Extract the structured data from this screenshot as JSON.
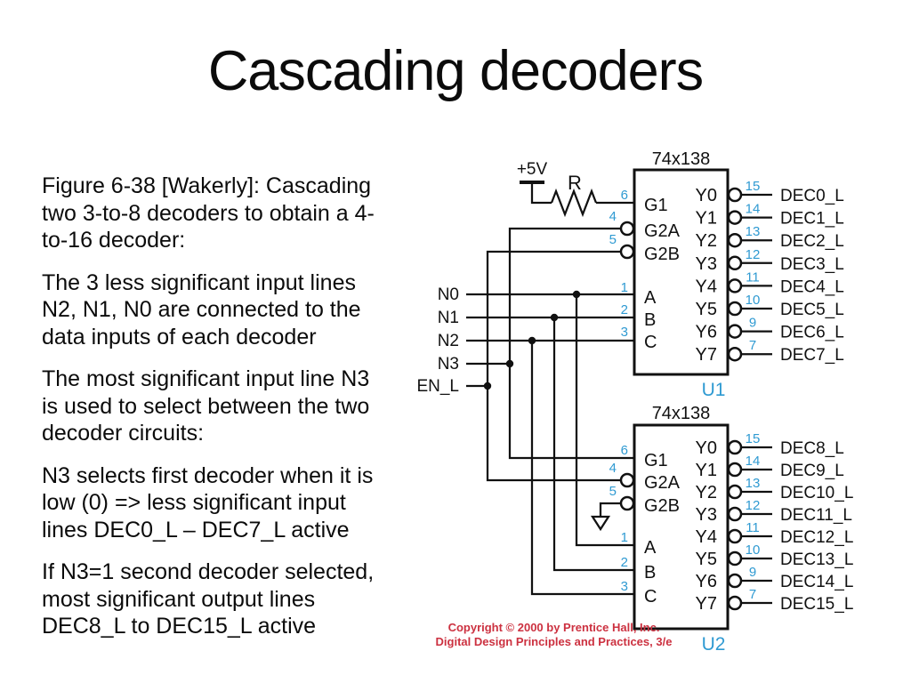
{
  "title": "Cascading decoders",
  "body_paragraphs": [
    [
      "Figure 6-38 [Wakerly]: Cascading",
      "two 3-to-8 decoders to obtain a 4-",
      "to-16 decoder:"
    ],
    [
      "The 3 less significant input lines",
      "N2, N1, N0 are connected to the",
      "data inputs of each decoder"
    ],
    [
      "The most significant input line N3",
      "is used to select between the two",
      "decoder circuits:"
    ],
    [
      "N3 selects first decoder when it is",
      "low (0) => less significant input",
      "lines DEC0_L – DEC7_L active"
    ],
    [
      "If N3=1 second decoder selected,",
      "most significant output lines",
      "DEC8_L to DEC15_L active"
    ]
  ],
  "copyright": {
    "line1": "Copyright © 2000 by Prentice Hall, Inc.",
    "line2": "Digital Design Principles and Practices, 3/e"
  },
  "colors": {
    "ink": "#111111",
    "pin_number_blue": "#2f9ad2",
    "copyright_red": "#cc3140"
  },
  "diagram": {
    "chip_type_label": "74x138",
    "power": {
      "label": "+5V",
      "resistor_label": "R"
    },
    "inputs": [
      "N0",
      "N1",
      "N2",
      "N3",
      "EN_L"
    ],
    "decoders": [
      {
        "ref": "U1",
        "left_pins": [
          {
            "pin": "6",
            "name": "G1"
          },
          {
            "pin": "4",
            "name": "G2A"
          },
          {
            "pin": "5",
            "name": "G2B"
          },
          {
            "pin": "1",
            "name": "A"
          },
          {
            "pin": "2",
            "name": "B"
          },
          {
            "pin": "3",
            "name": "C"
          }
        ],
        "outputs": [
          {
            "name": "Y0",
            "pin": "15",
            "signal": "DEC0_L"
          },
          {
            "name": "Y1",
            "pin": "14",
            "signal": "DEC1_L"
          },
          {
            "name": "Y2",
            "pin": "13",
            "signal": "DEC2_L"
          },
          {
            "name": "Y3",
            "pin": "12",
            "signal": "DEC3_L"
          },
          {
            "name": "Y4",
            "pin": "11",
            "signal": "DEC4_L"
          },
          {
            "name": "Y5",
            "pin": "10",
            "signal": "DEC5_L"
          },
          {
            "name": "Y6",
            "pin": "9",
            "signal": "DEC6_L"
          },
          {
            "name": "Y7",
            "pin": "7",
            "signal": "DEC7_L"
          }
        ]
      },
      {
        "ref": "U2",
        "left_pins": [
          {
            "pin": "6",
            "name": "G1"
          },
          {
            "pin": "4",
            "name": "G2A"
          },
          {
            "pin": "5",
            "name": "G2B"
          },
          {
            "pin": "1",
            "name": "A"
          },
          {
            "pin": "2",
            "name": "B"
          },
          {
            "pin": "3",
            "name": "C"
          }
        ],
        "outputs": [
          {
            "name": "Y0",
            "pin": "15",
            "signal": "DEC8_L"
          },
          {
            "name": "Y1",
            "pin": "14",
            "signal": "DEC9_L"
          },
          {
            "name": "Y2",
            "pin": "13",
            "signal": "DEC10_L"
          },
          {
            "name": "Y3",
            "pin": "12",
            "signal": "DEC11_L"
          },
          {
            "name": "Y4",
            "pin": "11",
            "signal": "DEC12_L"
          },
          {
            "name": "Y5",
            "pin": "10",
            "signal": "DEC13_L"
          },
          {
            "name": "Y6",
            "pin": "9",
            "signal": "DEC14_L"
          },
          {
            "name": "Y7",
            "pin": "7",
            "signal": "DEC15_L"
          }
        ]
      }
    ]
  }
}
